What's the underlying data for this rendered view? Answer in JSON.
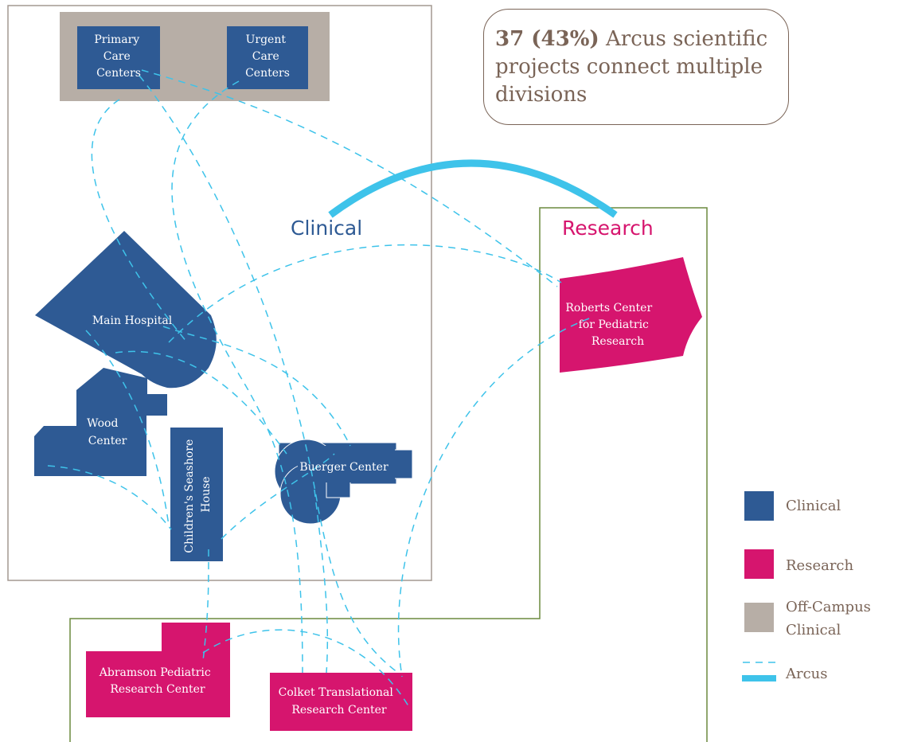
{
  "callout": {
    "highlight": "37 (43%)",
    "text": " Arcus scientific projects connect multiple divisions"
  },
  "zones": {
    "clinical": {
      "label": "Clinical",
      "color": "#2e5a94"
    },
    "research": {
      "label": "Research",
      "color": "#d6156e"
    }
  },
  "buildings": {
    "primary_care": [
      "Primary",
      "Care",
      "Centers"
    ],
    "urgent_care": [
      "Urgent",
      "Care",
      "Centers"
    ],
    "main_hospital": [
      "Main Hospital"
    ],
    "wood_center": [
      "Wood",
      "Center"
    ],
    "seashore_house": [
      "Children's Seashore",
      "House"
    ],
    "buerger_center": [
      "Buerger Center"
    ],
    "roberts_center": [
      "Roberts Center",
      "for Pediatric",
      "Research"
    ],
    "abramson": [
      "Abramson Pediatric",
      "Research Center"
    ],
    "colket": [
      "Colket Translational",
      "Research Center"
    ]
  },
  "legend": [
    {
      "label": "Clinical",
      "kind": "swatch",
      "color": "#2e5a94"
    },
    {
      "label": "Research",
      "kind": "swatch",
      "color": "#d6156e"
    },
    {
      "label": "Off-Campus\nClinical",
      "kind": "swatch",
      "color": "#b7aea6"
    },
    {
      "label": "Arcus",
      "kind": "dashed-line",
      "color": "#3ec3ea"
    }
  ],
  "colors": {
    "clinical": "#2e5a94",
    "research": "#d6156e",
    "offcampus": "#b7aea6",
    "arcus": "#3ec3ea",
    "border_clinical": "#a39890",
    "border_research": "#6b8a3e",
    "text": "#7a6457"
  }
}
